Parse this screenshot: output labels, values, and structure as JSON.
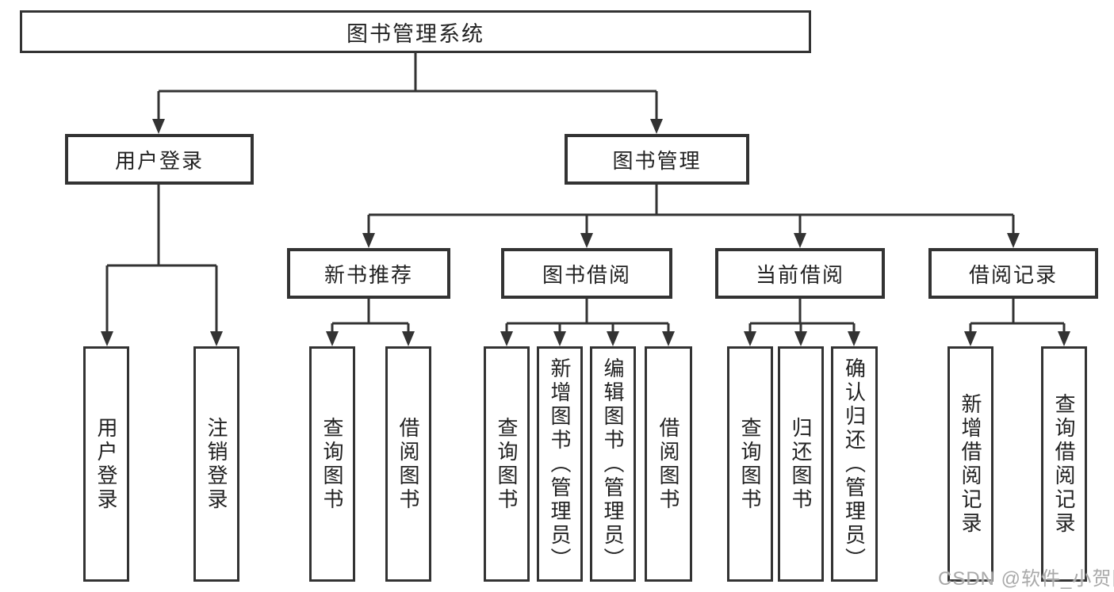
{
  "tree": {
    "label": "图书管理系统",
    "children": [
      {
        "label": "用户登录",
        "children": [
          {
            "label": "用户登录"
          },
          {
            "label": "注销登录"
          }
        ]
      },
      {
        "label": "图书管理",
        "children": [
          {
            "label": "新书推荐",
            "children": [
              {
                "label": "查询图书"
              },
              {
                "label": "借阅图书"
              }
            ]
          },
          {
            "label": "图书借阅",
            "children": [
              {
                "label": "查询图书"
              },
              {
                "label": "新增图书（管理员）"
              },
              {
                "label": "编辑图书（管理员）"
              },
              {
                "label": "借阅图书"
              }
            ]
          },
          {
            "label": "当前借阅",
            "children": [
              {
                "label": "查询图书"
              },
              {
                "label": "归还图书"
              },
              {
                "label": "确认归还（管理员）"
              }
            ]
          },
          {
            "label": "借阅记录",
            "children": [
              {
                "label": "新增借阅记录"
              },
              {
                "label": "查询借阅记录"
              }
            ]
          }
        ]
      }
    ]
  },
  "watermark": {
    "text": "CSDN @软件_小贺同学"
  },
  "colors": {
    "line": "#333333",
    "box_border": "#333333",
    "box_background": "#ffffff",
    "text": "#222222",
    "watermark": "#a9a9a9",
    "page_background": "#ffffff"
  }
}
